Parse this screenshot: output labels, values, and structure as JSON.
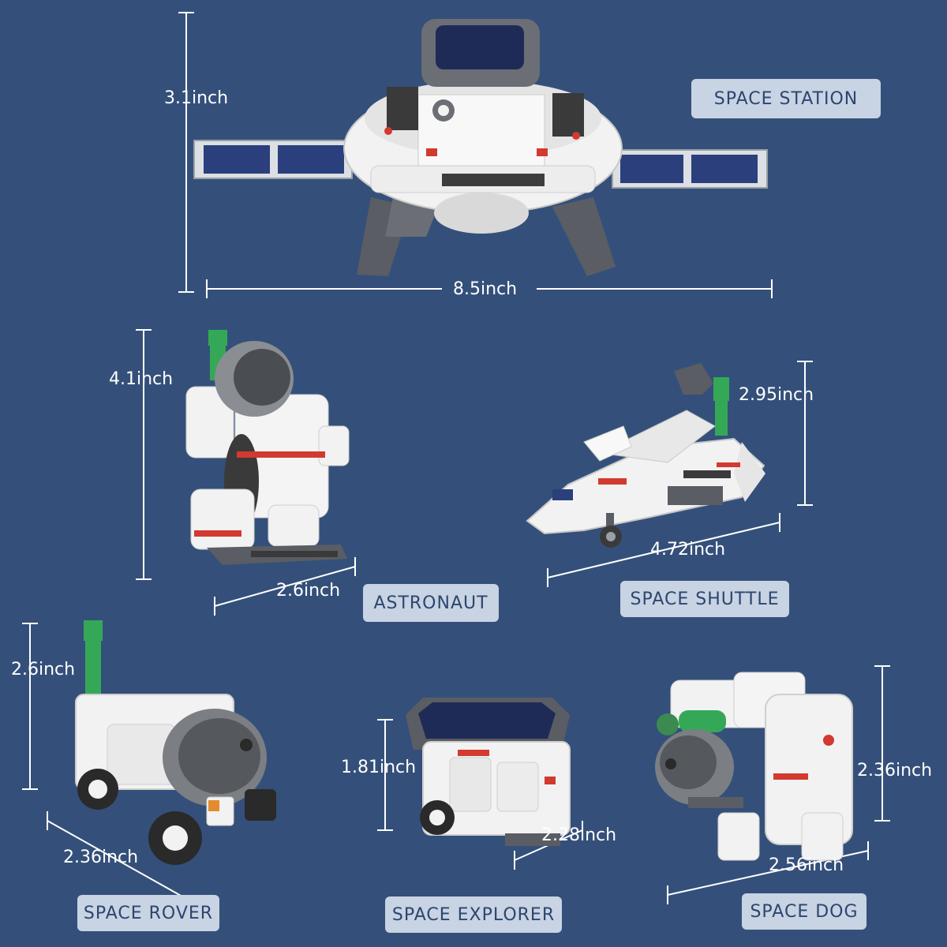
{
  "colors": {
    "background": "#34507a",
    "measure_line": "#ffffff",
    "label_bg": "#c8d3e3",
    "label_text": "#2c466e",
    "toy_white": "#f2f2f2",
    "toy_gray": "#5a5d63",
    "solar_blue": "#2b3f7c",
    "accent_red": "#d23a2f",
    "accent_green": "#35a857"
  },
  "models": [
    {
      "label": "SPACE STATION",
      "dims": [
        "3.1inch",
        "8.5inch"
      ]
    },
    {
      "label": "ASTRONAUT",
      "dims": [
        "4.1inch",
        "2.6inch"
      ]
    },
    {
      "label": "SPACE SHUTTLE",
      "dims": [
        "2.95inch",
        "4.72inch"
      ]
    },
    {
      "label": "SPACE ROVER",
      "dims": [
        "2.6inch",
        "2.36inch"
      ]
    },
    {
      "label": "SPACE EXPLORER",
      "dims": [
        "1.81inch",
        "2.28inch"
      ]
    },
    {
      "label": "SPACE DOG",
      "dims": [
        "2.36inch",
        "2.56inch"
      ]
    }
  ]
}
